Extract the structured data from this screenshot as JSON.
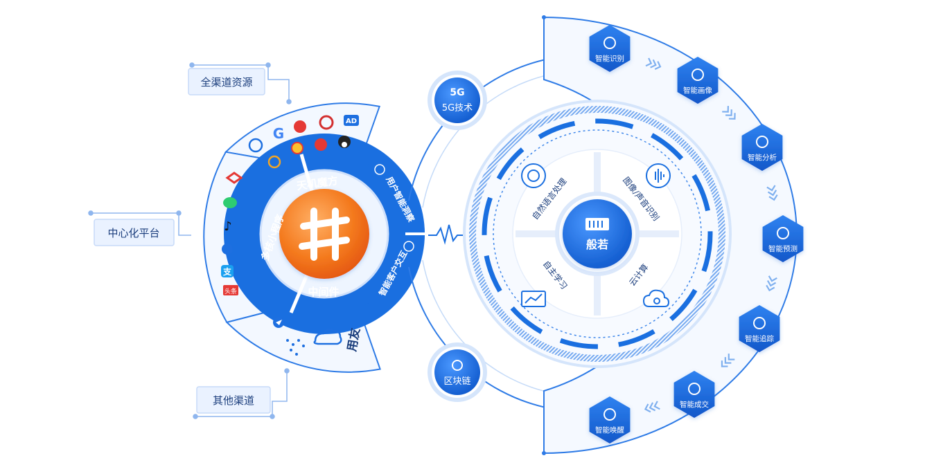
{
  "labels": {
    "all_channel": "全渠道资源",
    "center_platform": "中心化平台",
    "other_channels": "其他渠道",
    "tianji": "天机魔方",
    "multi_mini": "多核小程序",
    "middleware": "中间件",
    "user_insight": "用户智能洞察",
    "smart_interact": "智能客户交互",
    "fiveg_badge": "5G",
    "fiveg_tech": "5G技术",
    "blockchain": "区块链",
    "core": "般若",
    "nlp": "自然语言处理",
    "image_voice": "图像/声音识别",
    "self_learning": "自主学习",
    "cloud": "云计算",
    "yonyou": "用友",
    "ad_badge": "AD",
    "news_badge": "头条",
    "alipay_char": "支"
  },
  "steps": [
    {
      "label": "智能识别",
      "icon": "face-scan-icon"
    },
    {
      "label": "智能画像",
      "icon": "user-portrait-icon"
    },
    {
      "label": "智能分析",
      "icon": "analysis-chart-icon"
    },
    {
      "label": "智能预测",
      "icon": "prediction-icon"
    },
    {
      "label": "智能追踪",
      "icon": "target-tracking-icon"
    },
    {
      "label": "智能成交",
      "icon": "handshake-heart-icon"
    },
    {
      "label": "智能唤醒",
      "icon": "lightbulb-icon"
    }
  ],
  "colors": {
    "primary": "#1a6fe0",
    "dark": "#0d4fc0",
    "light_fill": "#eef5ff",
    "line": "#3d86ea",
    "orange": "#f47a1e"
  }
}
